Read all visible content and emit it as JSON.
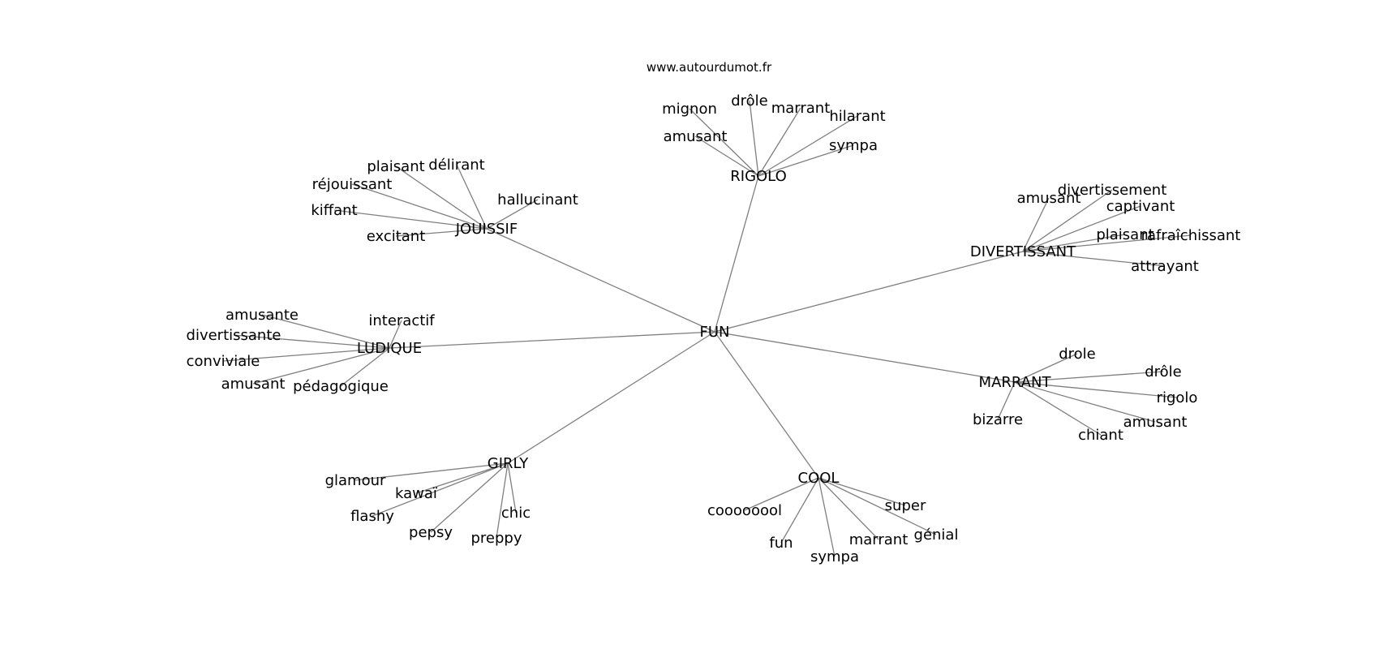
{
  "source": "www.autourdumot.fr",
  "center": "FUN",
  "clusters": [
    {
      "label": "RIGOLO",
      "words": [
        "mignon",
        "drôle",
        "marrant",
        "hilarant",
        "amusant",
        "sympa"
      ]
    },
    {
      "label": "JOUISSIF",
      "words": [
        "plaisant",
        "délirant",
        "réjouissant",
        "hallucinant",
        "kiffant",
        "excitant"
      ]
    },
    {
      "label": "DIVERTISSANT",
      "words": [
        "amusant",
        "divertissement",
        "captivant",
        "plaisant",
        "rafraîchissant",
        "attrayant"
      ]
    },
    {
      "label": "LUDIQUE",
      "words": [
        "amusante",
        "interactif",
        "divertissante",
        "conviviale",
        "amusant",
        "pédagogique"
      ]
    },
    {
      "label": "MARRANT",
      "words": [
        "drole",
        "drôle",
        "rigolo",
        "bizarre",
        "amusant",
        "chiant"
      ]
    },
    {
      "label": "GIRLY",
      "words": [
        "glamour",
        "kawaï",
        "flashy",
        "chic",
        "pepsy",
        "preppy"
      ]
    },
    {
      "label": "COOL",
      "words": [
        "coooooool",
        "super",
        "génial",
        "marrant",
        "fun",
        "sympa"
      ]
    }
  ]
}
